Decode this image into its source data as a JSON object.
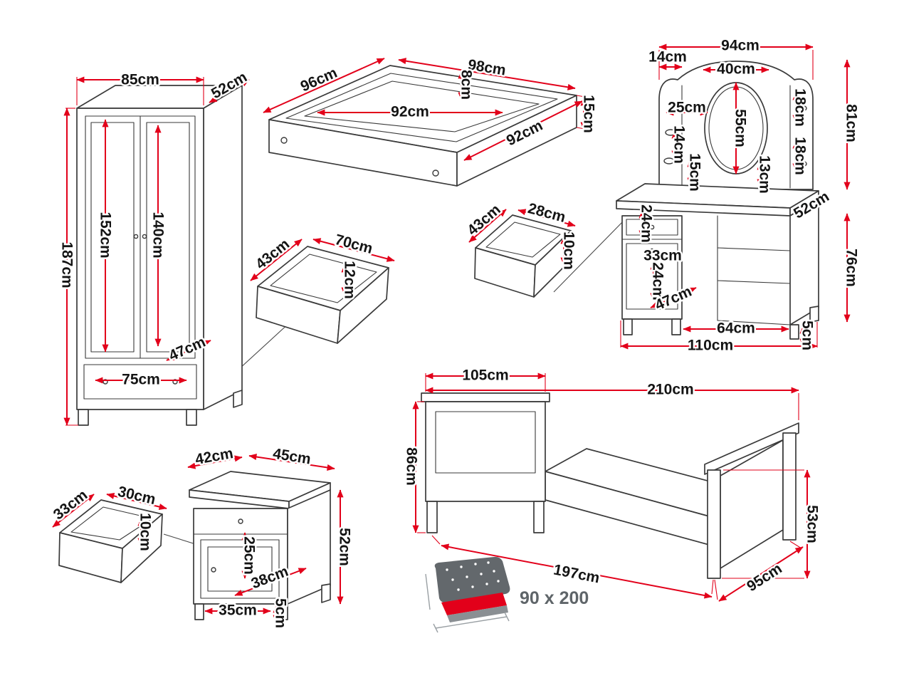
{
  "colors": {
    "dimension_red": "#e2001a",
    "outline": "#3a3a3a",
    "label": "#141414",
    "icon_gray": "#63686c"
  },
  "wardrobe": {
    "width": "85cm",
    "depth": "52cm",
    "height": "187cm",
    "inner_left_height": "152cm",
    "inner_right_height": "140cm",
    "drawer_depth": "47cm",
    "drawer_width": "75cm"
  },
  "bedbox": {
    "side": "96cm",
    "front": "98cm",
    "inner_width": "92cm",
    "rim_height": "8cm",
    "inner_side": "92cm",
    "height": "15cm"
  },
  "drawer_a": {
    "depth": "43cm",
    "width": "70cm",
    "height": "12cm"
  },
  "drawer_b": {
    "depth": "43cm",
    "width": "28cm",
    "height": "10cm"
  },
  "vanity": {
    "wing_width": "14cm",
    "top_width": "94cm",
    "crown_width": "40cm",
    "shelf_depth": "25cm",
    "mirror_height": "55cm",
    "bracket_upper": "18cm",
    "bracket_lower": "18cm",
    "upper_height": "81cm",
    "peg_gap": "14cm",
    "shelf_height": "15cm",
    "mirror_bottom": "13cm",
    "top_depth": "52cm",
    "drawer_upper": "24cm",
    "inner_width": "33cm",
    "drawer_lower": "24cm",
    "cabinet_depth": "47cm",
    "height": "76cm",
    "knee_width": "64cm",
    "total_width": "110cm",
    "leg_height": "5cm"
  },
  "nightstand": {
    "top_width": "42cm",
    "top_depth": "45cm",
    "height": "52cm",
    "inner_height": "25cm",
    "inner_depth": "38cm",
    "base_width": "35cm",
    "leg_height": "5cm"
  },
  "drawer_c": {
    "depth": "33cm",
    "width": "30cm",
    "height": "10cm"
  },
  "bed": {
    "headboard_width": "105cm",
    "length": "210cm",
    "headboard_height": "86cm",
    "footboard_height": "53cm",
    "base_length": "197cm",
    "width": "95cm"
  },
  "mattress": {
    "size_label": "90 x 200"
  }
}
